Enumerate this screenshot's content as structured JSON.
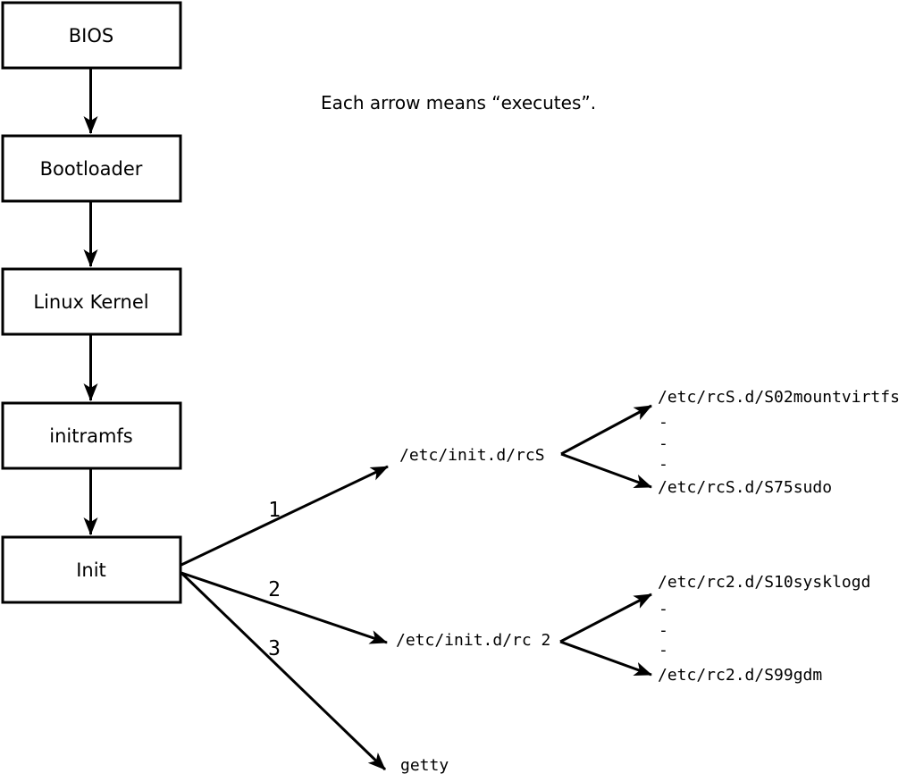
{
  "note": "Each arrow means “executes”.",
  "chain": [
    {
      "label": "BIOS"
    },
    {
      "label": "Bootloader"
    },
    {
      "label": "Linux Kernel"
    },
    {
      "label": "initramfs"
    },
    {
      "label": "Init"
    }
  ],
  "branches": [
    {
      "order": "1",
      "target": "/etc/init.d/rcS"
    },
    {
      "order": "2",
      "target": "/etc/init.d/rc 2"
    },
    {
      "order": "3",
      "target": "getty"
    }
  ],
  "rcS_children": [
    "/etc/rcS.d/S02mountvirtfs",
    "-",
    "-",
    "-",
    "/etc/rcS.d/S75sudo"
  ],
  "rc2_children": [
    "/etc/rc2.d/S10sysklogd",
    "-",
    "-",
    "-",
    "/etc/rc2.d/S99gdm"
  ],
  "colors": {
    "ink": "#000000",
    "background": "#ffffff"
  }
}
